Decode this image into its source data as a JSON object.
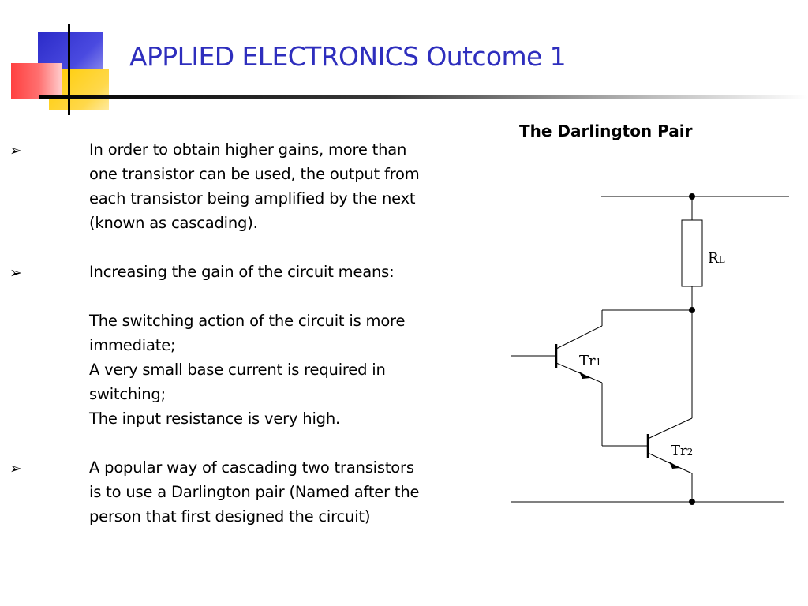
{
  "slide": {
    "title": "APPLIED ELECTRONICS Outcome 1",
    "colors": {
      "title": "#2e2ebd",
      "logo_blue": "#3333cc",
      "logo_yellow": "#ffcc00",
      "logo_red": "#ff3333"
    }
  },
  "bullets": [
    {
      "marker": "➢",
      "paragraphs": [
        "In order to obtain higher gains, more than one transistor can be used, the output from each transistor being amplified by the next (known as cascading)."
      ]
    },
    {
      "marker": "➢",
      "paragraphs": [
        "Increasing the gain of the circuit means:",
        "The switching action of the circuit is more immediate;\nA very small base current is required in switching;\nThe input resistance is very high."
      ]
    },
    {
      "marker": "➢",
      "paragraphs": [
        "A popular way of cascading two transistors is to use a Darlington pair (Named after the person that first designed the circuit)"
      ]
    }
  ],
  "diagram": {
    "title": "The Darlington Pair",
    "labels": {
      "resistor_main": "R",
      "resistor_sub": "L",
      "tr1_main": "Tr",
      "tr1_sub": "1",
      "tr2_main": "Tr",
      "tr2_sub": "2"
    }
  }
}
